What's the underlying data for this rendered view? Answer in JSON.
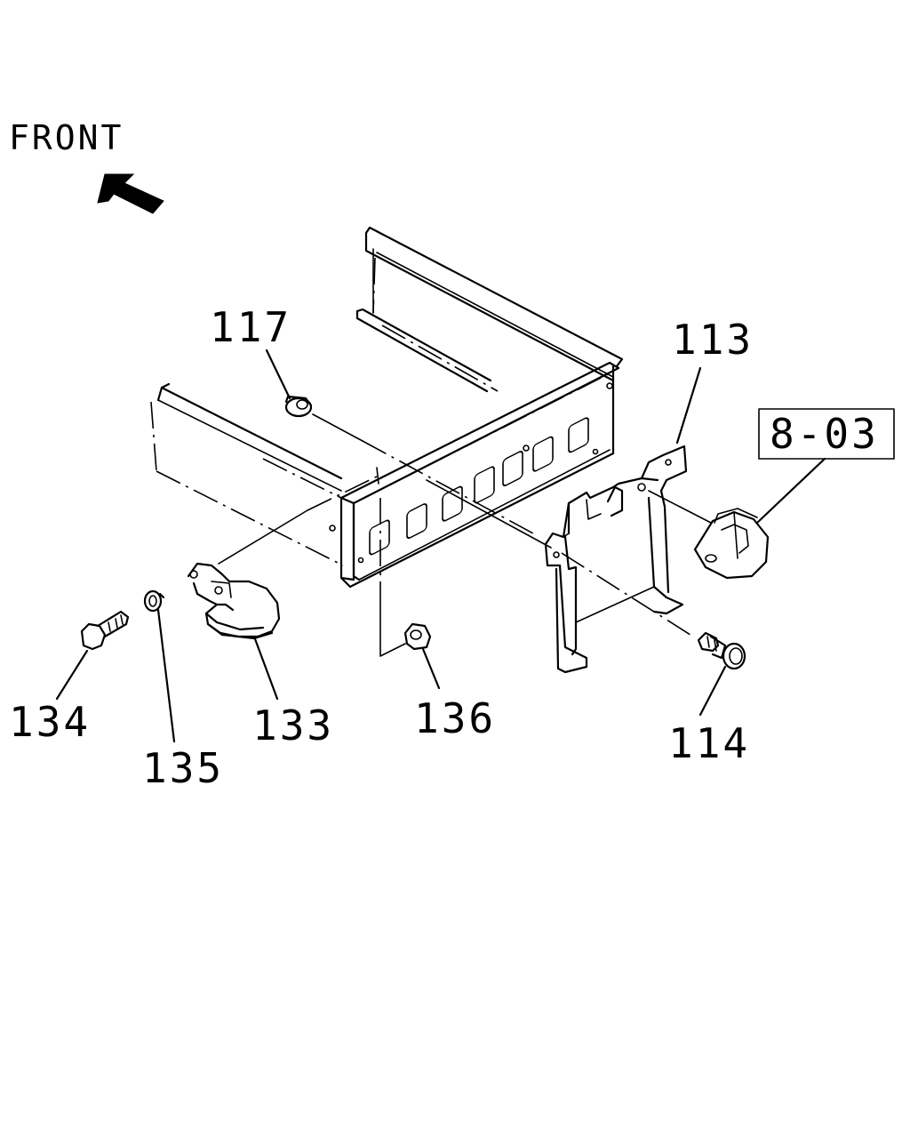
{
  "direction": {
    "label": "FRONT",
    "arrow_icon": "front-arrow-icon"
  },
  "callouts": [
    {
      "id": "c117",
      "number": "117",
      "part": "flange-nut"
    },
    {
      "id": "c113",
      "number": "113",
      "part": "bracket-tab"
    },
    {
      "id": "c803",
      "number": "8-03",
      "part": "trailer-socket",
      "boxed": true
    },
    {
      "id": "c134",
      "number": "134",
      "part": "bolt"
    },
    {
      "id": "c135",
      "number": "135",
      "part": "snap-ring"
    },
    {
      "id": "c133",
      "number": "133",
      "part": "tow-hook"
    },
    {
      "id": "c136",
      "number": "136",
      "part": "nut"
    },
    {
      "id": "c114",
      "number": "114",
      "part": "flange-bolt"
    }
  ]
}
